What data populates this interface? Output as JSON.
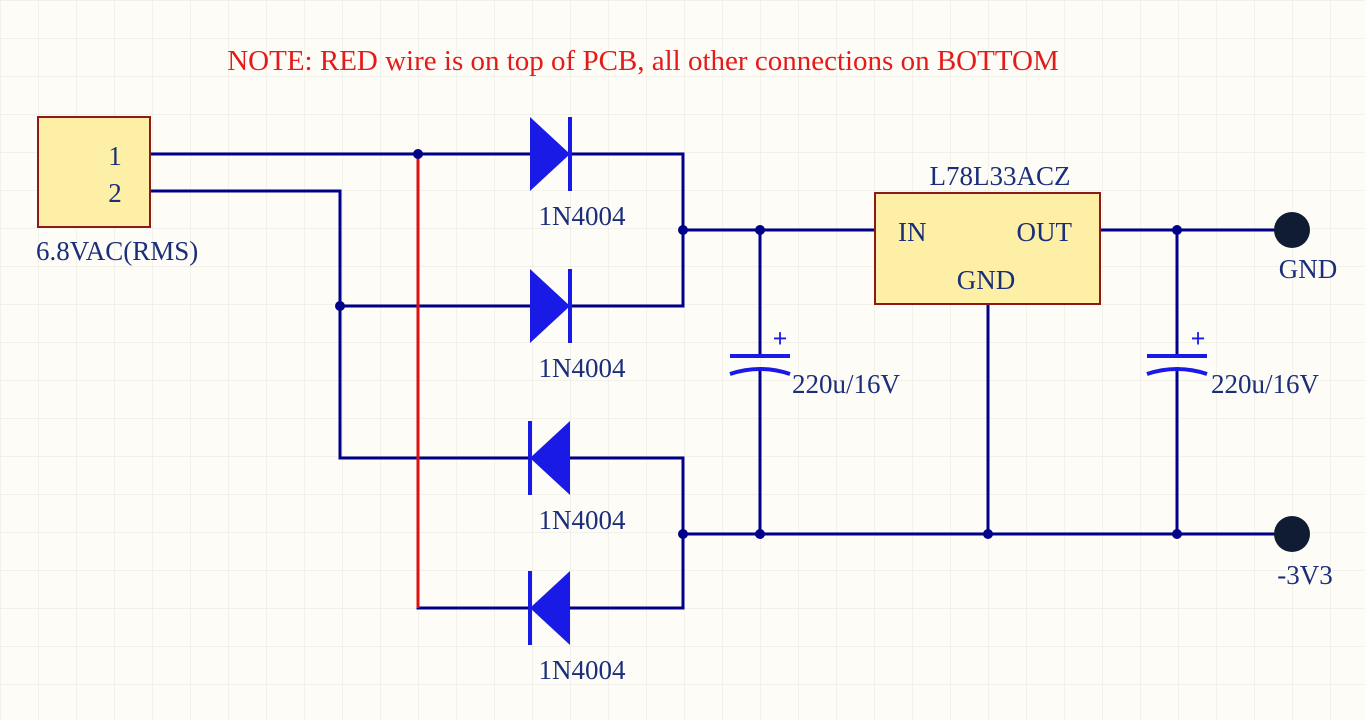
{
  "note": "NOTE: RED wire is on top of PCB, all other connections on BOTTOM",
  "connector": {
    "pin1": "1",
    "pin2": "2",
    "label": "6.8VAC(RMS)"
  },
  "diodes": [
    {
      "label": "1N4004"
    },
    {
      "label": "1N4004"
    },
    {
      "label": "1N4004"
    },
    {
      "label": "1N4004"
    }
  ],
  "capacitors": [
    {
      "label": "220u/16V",
      "polarity": "+"
    },
    {
      "label": "220u/16V",
      "polarity": "+"
    }
  ],
  "regulator": {
    "name": "L78L33ACZ",
    "in": "IN",
    "out": "OUT",
    "gnd": "GND"
  },
  "terminals": {
    "top": "GND",
    "bottom": "-3V3"
  },
  "colors": {
    "background": "#fdfcf6",
    "grid": "#e9e8df",
    "wire": "#00008b",
    "top_layer_wire": "#e01010",
    "component_fill": "#fdf0a6",
    "component_border": "#8b1a1a",
    "diode": "#1a1ae6",
    "label_text": "#1b2e7a",
    "note_text": "#e41b1b",
    "terminal": "#0f1c33"
  }
}
